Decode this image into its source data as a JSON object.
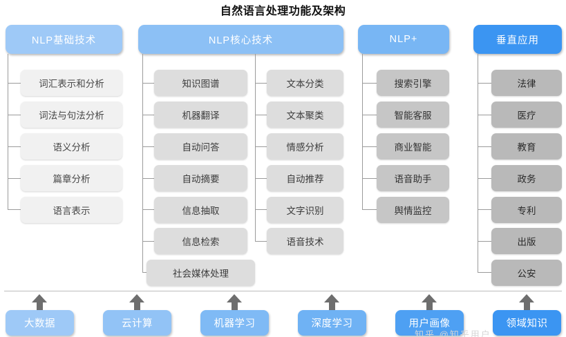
{
  "title": "自然语言处理功能及架构",
  "columns": [
    {
      "id": "nlp-foundation",
      "header": "NLP基础技术",
      "items": [
        "词汇表示和分析",
        "词法与句法分析",
        "语义分析",
        "篇章分析",
        "语言表示"
      ]
    },
    {
      "id": "nlp-core",
      "header": "NLP核心技术",
      "items_left": [
        "知识图谱",
        "机器翻译",
        "自动问答",
        "自动摘要",
        "信息抽取",
        "信息检索",
        "社会媒体处理"
      ],
      "items_right": [
        "文本分类",
        "文本聚类",
        "情感分析",
        "自动推荐",
        "文字识别",
        "语音技术"
      ]
    },
    {
      "id": "nlp-plus",
      "header": "NLP+",
      "items": [
        "搜索引擎",
        "智能客服",
        "商业智能",
        "语音助手",
        "舆情监控"
      ]
    },
    {
      "id": "vertical-applications",
      "header": "垂直应用",
      "items": [
        "法律",
        "医疗",
        "教育",
        "政务",
        "专利",
        "出版",
        "公安"
      ]
    }
  ],
  "foundation_layer": {
    "items": [
      "大数据",
      "云计算",
      "机器学习",
      "深度学习",
      "用户画像",
      "领域知识"
    ]
  },
  "watermark": "知乎 @知乎用户",
  "colors": {
    "header_light": "#9ec9f7",
    "header_mid": "#8cc0f5",
    "header_strong": "#78b6f4",
    "header_dark": "#3b95f2",
    "node_gray_1": "#f1f1f1",
    "node_gray_2": "#dddddd",
    "node_gray_3": "#c6c6c6",
    "node_gray_4": "#b9b9b9",
    "connector": "#9a9a9a",
    "arrow": "#6e6e6e",
    "rule": "#bdbdbd",
    "title_text": "#111111"
  }
}
